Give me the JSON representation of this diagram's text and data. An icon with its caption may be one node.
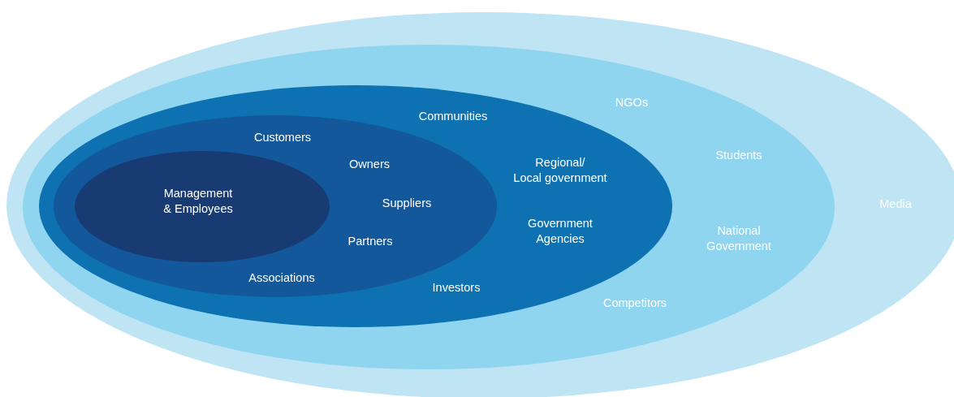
{
  "diagram": {
    "nodes": [
      {
        "text": [
          "Media"
        ]
      },
      {
        "text": [
          "NGOs",
          "Students",
          "National Government",
          "Competitors"
        ],
        "in": 0
      },
      {
        "text": [
          "Communities",
          "Regional/ Local government",
          "Government Agencies",
          "Investors"
        ],
        "in": 1
      },
      {
        "text": [
          "Customers",
          "Owners",
          "Suppliers",
          "Partners",
          "Associations"
        ],
        "in": 2
      },
      {
        "text": [
          "Management & Employees"
        ],
        "in": 3
      }
    ]
  }
}
